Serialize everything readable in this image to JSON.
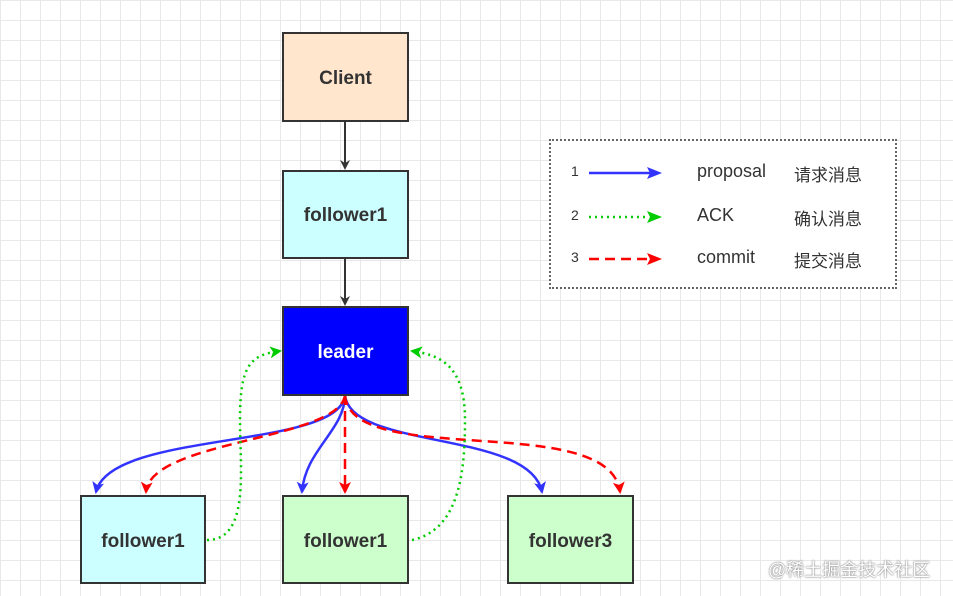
{
  "nodes": {
    "client": {
      "label": "Client",
      "fill": "#ffe6cc"
    },
    "follower_top": {
      "label": "follower1",
      "fill": "#ccffff"
    },
    "leader": {
      "label": "leader",
      "fill": "#0000ff",
      "text_color": "#ffffff"
    },
    "follower_left": {
      "label": "follower1",
      "fill": "#ccffff"
    },
    "follower_mid": {
      "label": "follower1",
      "fill": "#ccffcc"
    },
    "follower_right": {
      "label": "follower3",
      "fill": "#ccffcc"
    }
  },
  "legend": [
    {
      "num": "1",
      "en": "proposal",
      "zh": "请求消息",
      "color": "#3333ff",
      "style": "solid"
    },
    {
      "num": "2",
      "en": "ACK",
      "zh": "确认消息",
      "color": "#00cc00",
      "style": "dotted"
    },
    {
      "num": "3",
      "en": "commit",
      "zh": "提交消息",
      "color": "#ff0000",
      "style": "dashed"
    }
  ],
  "watermark": "@稀土掘金技术社区"
}
